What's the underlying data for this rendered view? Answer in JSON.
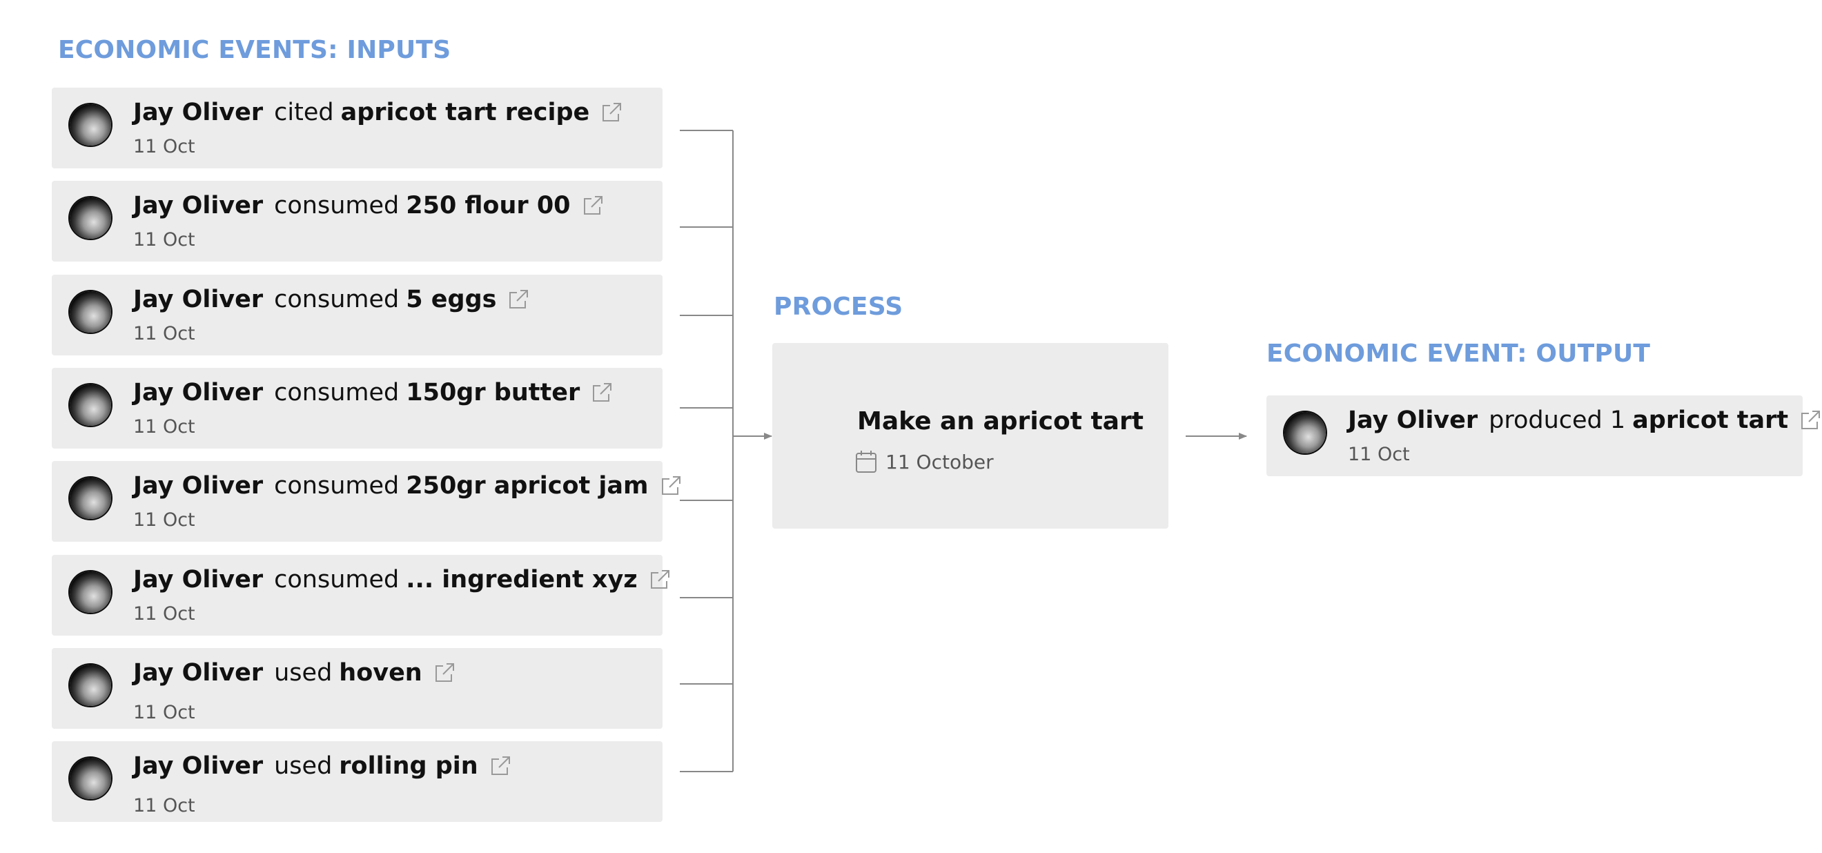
{
  "inputs_title": "ECONOMIC EVENTS: INPUTS",
  "process_title": "PROCESS",
  "output_title": "ECONOMIC EVENT: OUTPUT",
  "icons": {
    "avatar": "moon-avatar-icon",
    "link": "external-link-icon",
    "calendar": "calendar-icon"
  },
  "colors": {
    "section_title": "#6e9cdc",
    "card_background": "#ececec",
    "connector": "#888888"
  },
  "inputs": [
    {
      "agent": "Jay Oliver",
      "verb": "cited",
      "resource": "apricot tart recipe",
      "date": "11 Oct"
    },
    {
      "agent": "Jay Oliver",
      "verb": "consumed",
      "resource": "250 flour 00",
      "date": "11 Oct"
    },
    {
      "agent": "Jay Oliver",
      "verb": "consumed",
      "resource": "5 eggs",
      "date": "11 Oct"
    },
    {
      "agent": "Jay Oliver",
      "verb": "consumed",
      "resource": "150gr butter",
      "date": "11 Oct"
    },
    {
      "agent": "Jay Oliver",
      "verb": "consumed",
      "resource": "250gr apricot jam",
      "date": "11 Oct"
    },
    {
      "agent": "Jay Oliver",
      "verb": "consumed",
      "resource": "... ingredient xyz",
      "date": "11 Oct"
    },
    {
      "agent": "Jay Oliver",
      "verb": "used",
      "resource": "hoven",
      "date": "11 Oct"
    },
    {
      "agent": "Jay Oliver",
      "verb": "used",
      "resource": "rolling pin",
      "date": "11 Oct"
    }
  ],
  "process": {
    "name": "Make an apricot tart",
    "date": "11 October"
  },
  "output": {
    "agent": "Jay Oliver",
    "verb": "produced 1",
    "resource": "apricot tart",
    "date": "11 Oct"
  }
}
